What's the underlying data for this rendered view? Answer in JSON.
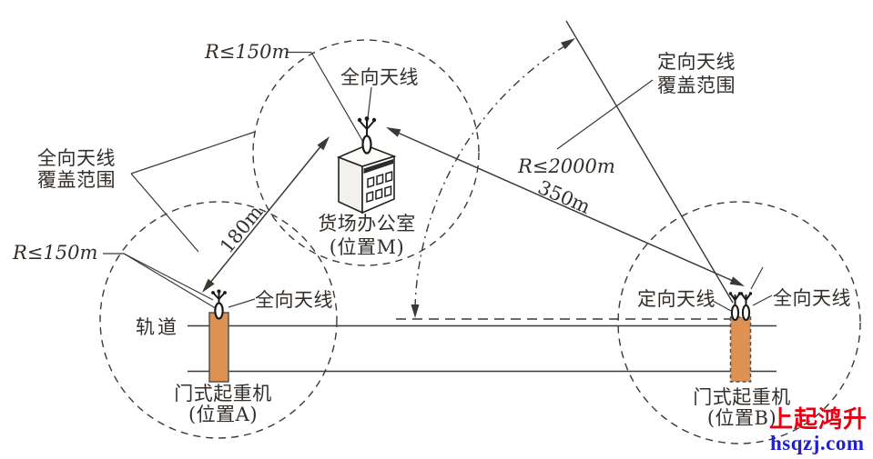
{
  "annotations": {
    "r150_top": "R≤150m",
    "r150_left": "R≤150m",
    "r2000": "R≤2000m",
    "d180": "180m",
    "d350": "350m"
  },
  "labels": {
    "omni_cov1": "全向天线",
    "omni_cov2": "覆盖范围",
    "dir_cov1": "定向天线",
    "dir_cov2": "覆盖范围",
    "omni_m": "全向天线",
    "omni_a": "全向天线",
    "omni_b": "全向天线",
    "dir_b": "定向天线",
    "office1": "货场办公室",
    "office2": "(位置M)",
    "crane_a1": "门式起重机",
    "crane_a2": "(位置A)",
    "crane_b1": "门式起重机",
    "crane_b2": "(位置B)",
    "rail": "轨道"
  },
  "watermark": {
    "line1": "上起鸿升",
    "line2": "hsqzj.com",
    "color_line1": "#e60012",
    "color_line2": "#2121cc"
  },
  "colors": {
    "ink": "#332e2a",
    "crane_fill": "#dd9254",
    "background": "#ffffff"
  }
}
